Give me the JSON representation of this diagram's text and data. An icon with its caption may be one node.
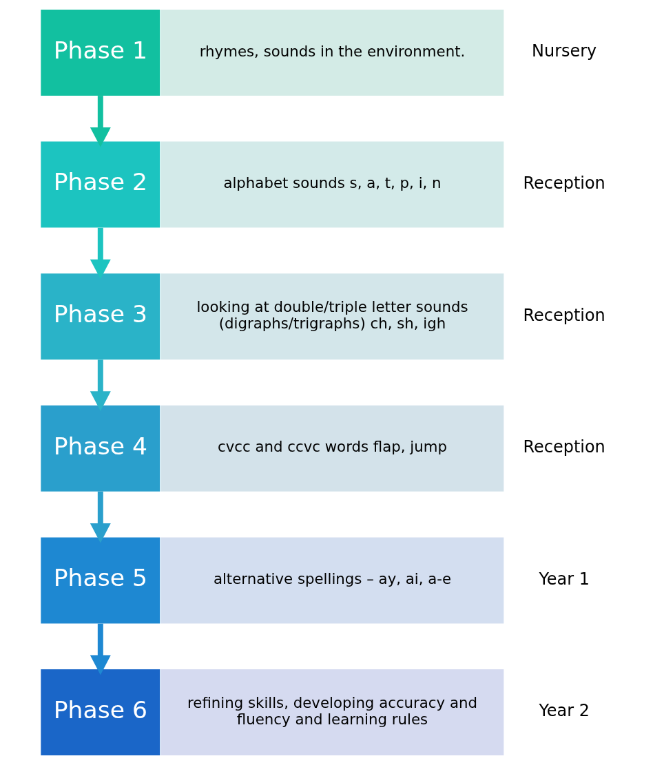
{
  "diagram": {
    "nodes": [
      {
        "text": [
          "Phase 1"
        ]
      },
      {
        "text": [
          "rhymes, sounds in the environment."
        ],
        "beside": [
          "Nursery"
        ]
      },
      {
        "text": [
          "Phase 2"
        ]
      },
      {
        "text": [
          "alphabet sounds s, a, t, p, i, n"
        ],
        "beside": [
          "Reception"
        ]
      },
      {
        "text": [
          "Phase 3"
        ]
      },
      {
        "text": [
          "looking at double/triple letter sounds (digraphs/trigraphs) ch, sh, igh"
        ],
        "beside": [
          "Reception"
        ]
      },
      {
        "text": [
          "Phase 4"
        ]
      },
      {
        "text": [
          "cvcc and ccvc words flap, jump"
        ],
        "beside": [
          "Reception"
        ]
      },
      {
        "text": [
          "Phase 5"
        ]
      },
      {
        "text": [
          "alternative spellings – ay, ai, a-e"
        ],
        "beside": [
          "Year 1"
        ]
      },
      {
        "text": [
          "Phase 6"
        ]
      },
      {
        "text": [
          "refining skills, developing accuracy and fluency and learning rules"
        ],
        "beside": [
          "Year 2"
        ]
      }
    ],
    "edges": [
      {
        "from": 0,
        "to": 2,
        "arrow": "to"
      },
      {
        "from": 2,
        "to": 4,
        "arrow": "to"
      },
      {
        "from": 4,
        "to": 6,
        "arrow": "to"
      },
      {
        "from": 6,
        "to": 8,
        "arrow": "to"
      },
      {
        "from": 8,
        "to": 10,
        "arrow": "to"
      }
    ]
  }
}
